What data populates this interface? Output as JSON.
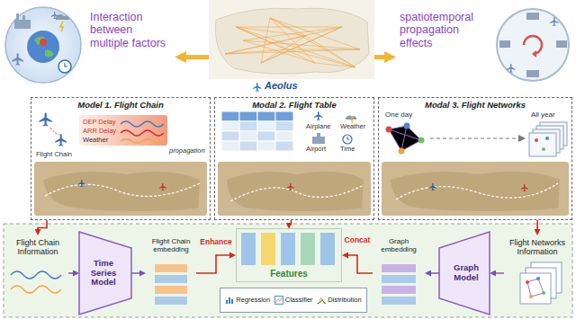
{
  "diagram": {
    "nodes": [
      {
        "text": [
          "Interaction between multiple factors"
        ]
      },
      {
        "text": [
          "Aeolus"
        ]
      },
      {
        "text": [
          "spatiotemporal propagation effects"
        ]
      },
      {
        "text": [
          "Model 1. Flight Chain"
        ]
      },
      {
        "text": [
          "Modal 2. Flight Table"
        ]
      },
      {
        "text": [
          "Modal 3. Flight Networks"
        ]
      },
      {
        "text": [
          "Flight Chain Information"
        ]
      },
      {
        "text": [
          "Time Series Model"
        ]
      },
      {
        "text": [
          "Flight Chain embedding"
        ]
      },
      {
        "text": [
          "Features"
        ]
      },
      {
        "text": [
          "Regression",
          "Classifier",
          "Distribution"
        ]
      },
      {
        "text": [
          "Graph embedding"
        ]
      },
      {
        "text": [
          "Graph Model"
        ]
      },
      {
        "text": [
          "Flight Networks Information"
        ]
      }
    ],
    "edges": [
      {
        "from": 1,
        "to": 0,
        "arrow": "to"
      },
      {
        "from": 1,
        "to": 2,
        "arrow": "to"
      },
      {
        "from": 3,
        "to": 6,
        "arrow": "to"
      },
      {
        "from": 6,
        "to": 7,
        "arrow": "to"
      },
      {
        "from": 7,
        "to": 8,
        "arrow": "to"
      },
      {
        "from": 8,
        "to": 9,
        "arrow": "to",
        "label": "Enhance"
      },
      {
        "from": 4,
        "to": 9,
        "arrow": "to"
      },
      {
        "from": 5,
        "to": 13,
        "arrow": "to"
      },
      {
        "from": 13,
        "to": 12,
        "arrow": "to"
      },
      {
        "from": 12,
        "to": 11,
        "arrow": "to"
      },
      {
        "from": 11,
        "to": 9,
        "arrow": "to",
        "label": "Concat"
      }
    ],
    "labels": [
      "DEP Delay",
      "ARR Delay",
      "Weather",
      "propagation",
      "Flight Chain",
      "Airplane",
      "Weather",
      "Airport",
      "Time",
      "One day",
      "All year"
    ]
  }
}
